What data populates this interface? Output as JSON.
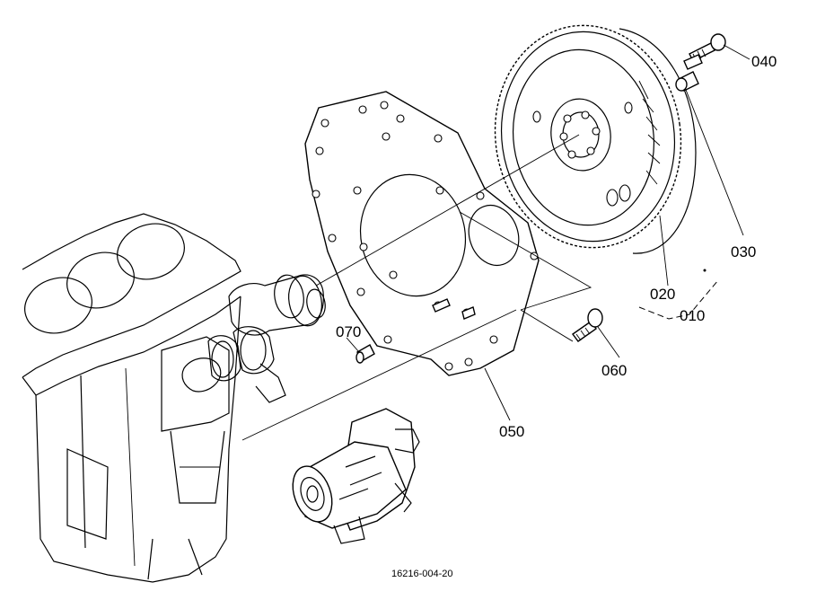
{
  "labels": {
    "p010": "010",
    "p020": "020",
    "p030": "030",
    "p040": "040",
    "p050": "050",
    "p060": "060",
    "p070": "070"
  },
  "figure_number": "16216-004-20"
}
